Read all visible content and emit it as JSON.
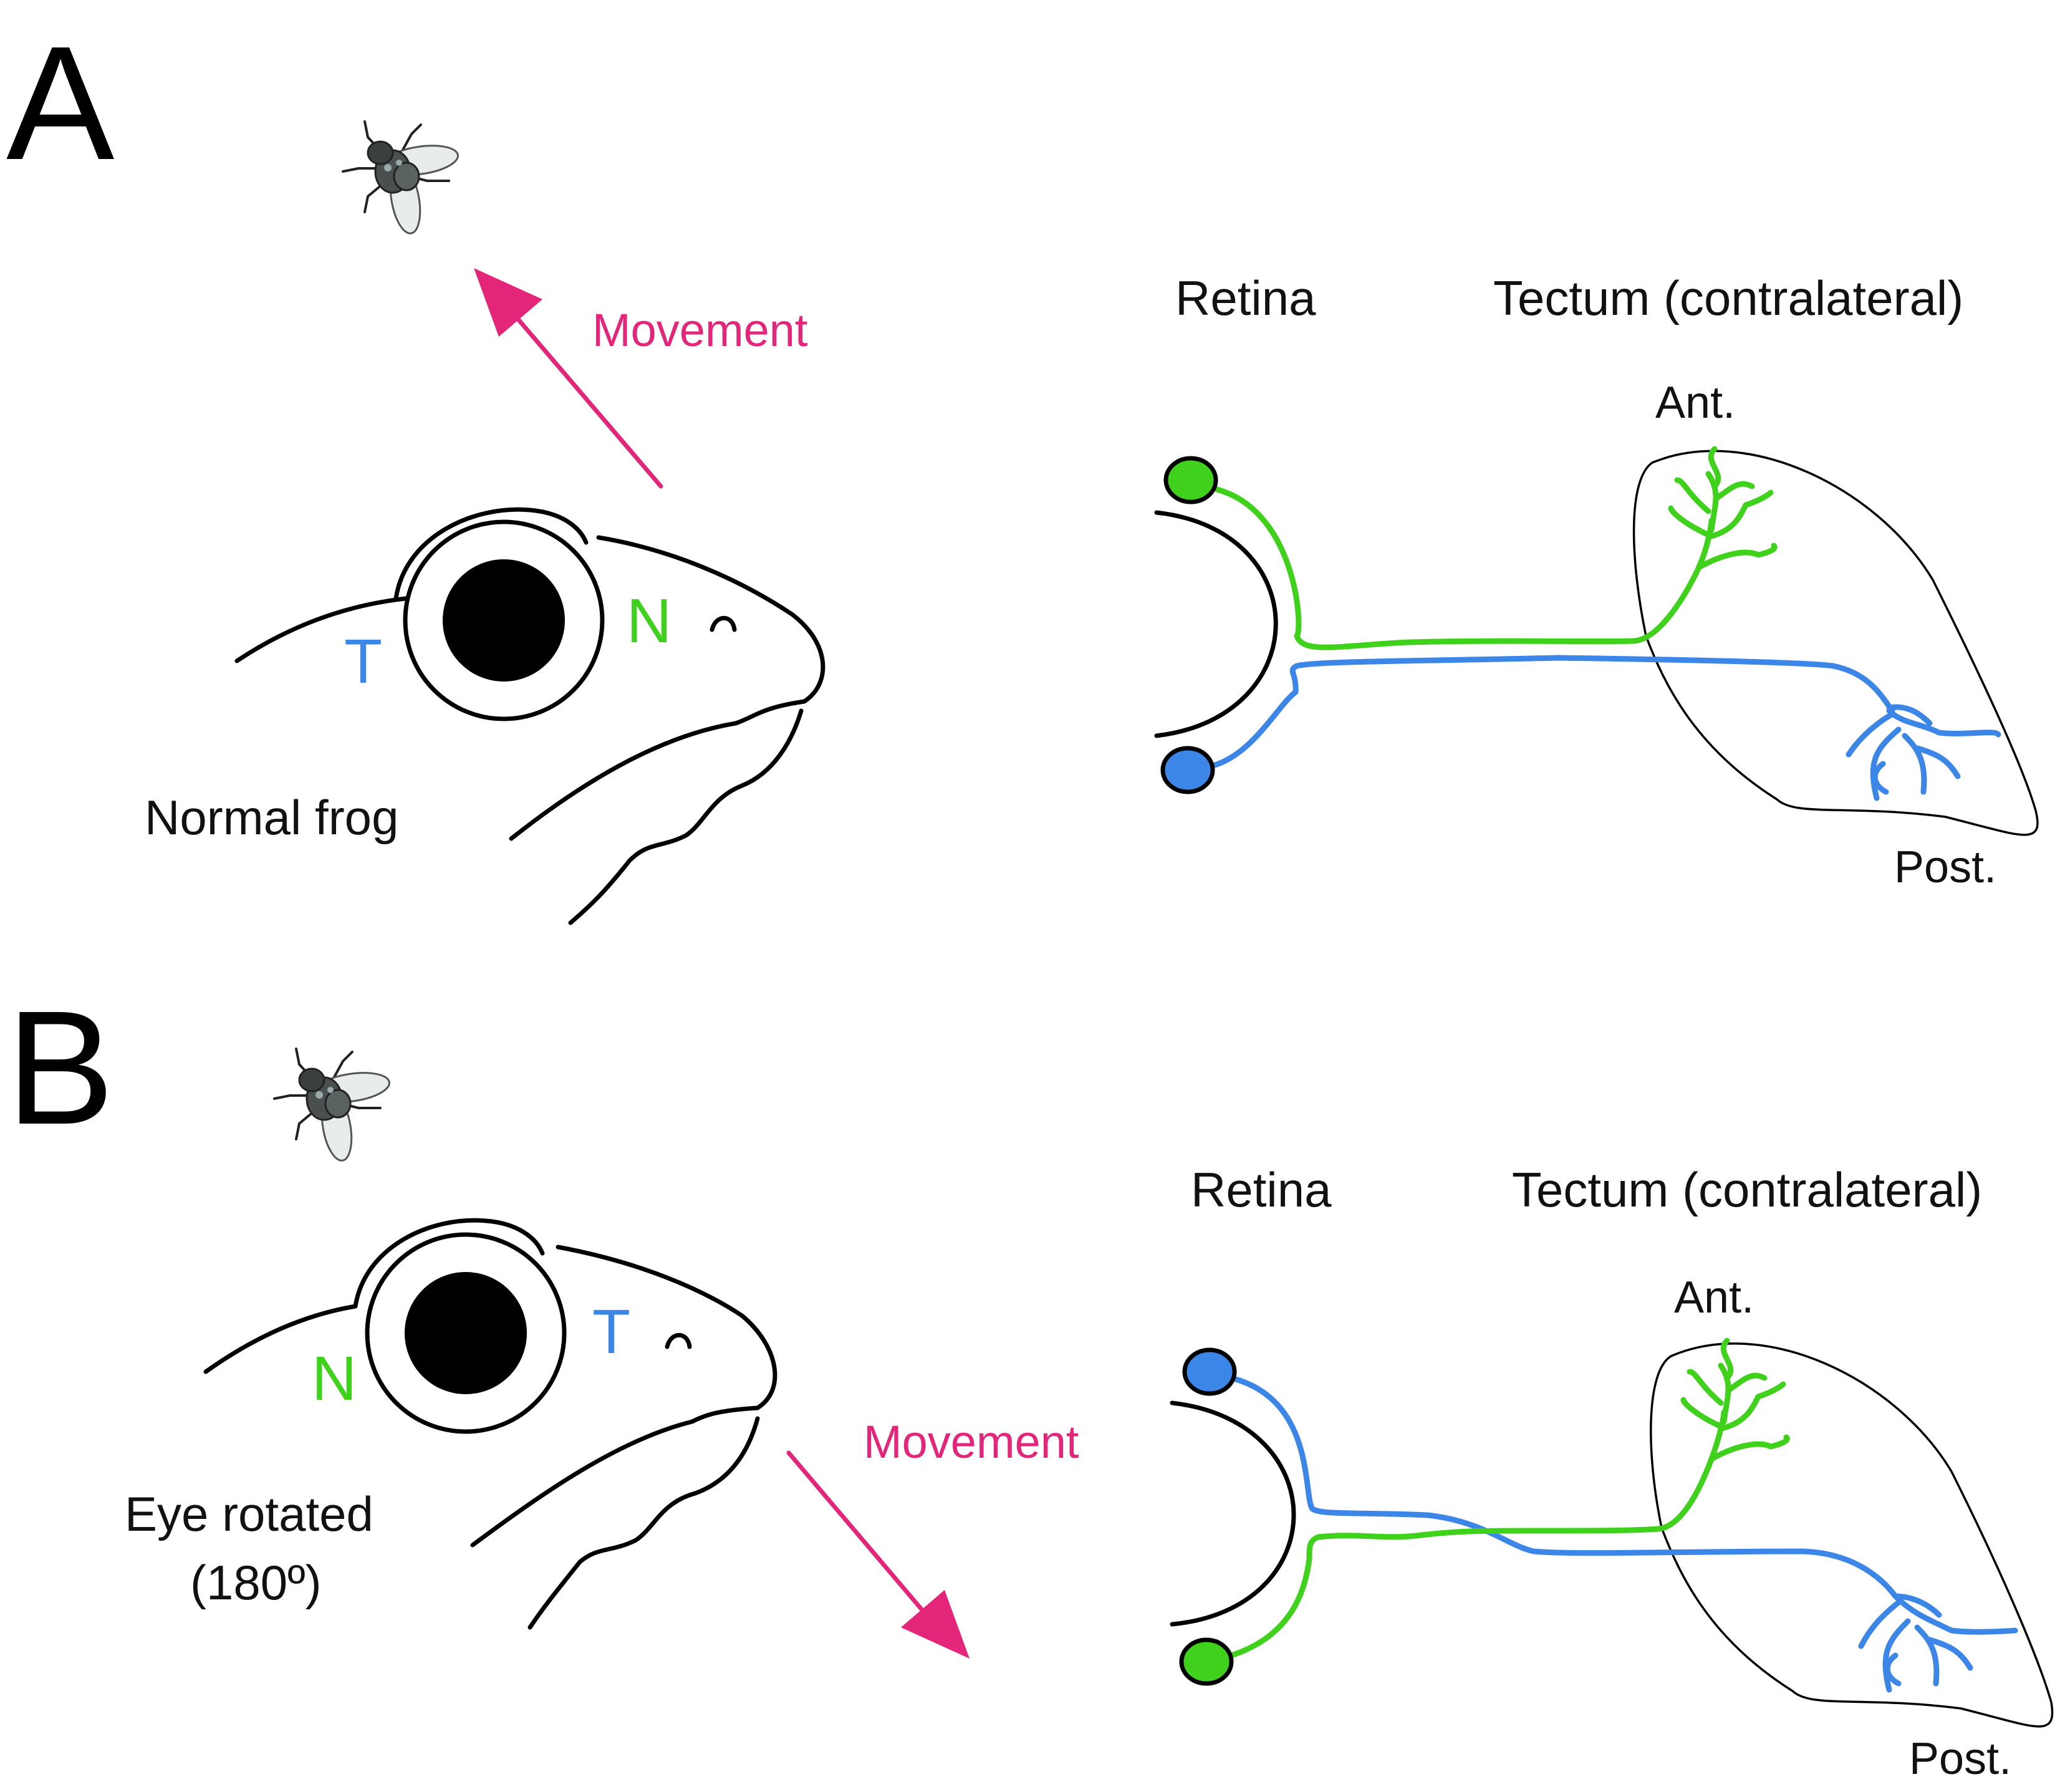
{
  "colors": {
    "green": "#3fd11c",
    "blue": "#3b86e6",
    "magenta": "#e3267a",
    "black": "#000000"
  },
  "panels": [
    {
      "letter": "A",
      "movement_label": "Movement",
      "caption": "Normal frog",
      "caption_line2": "",
      "frog_labels": {
        "left": "T",
        "right": "N"
      },
      "retina_label": "Retina",
      "tectum_label": "Tectum (contralateral)",
      "tectum_anterior": "Ant.",
      "tectum_posterior": "Post.",
      "icons": [
        "fly-icon",
        "frog-head-icon"
      ]
    },
    {
      "letter": "B",
      "movement_label": "Movement",
      "caption": "Eye rotated",
      "caption_line2": "(180º)",
      "frog_labels": {
        "left": "N",
        "right": "T"
      },
      "retina_label": "Retina",
      "tectum_label": "Tectum (contralateral)",
      "tectum_anterior": "Ant.",
      "tectum_posterior": "Post.",
      "icons": [
        "fly-icon",
        "frog-head-icon"
      ]
    }
  ]
}
